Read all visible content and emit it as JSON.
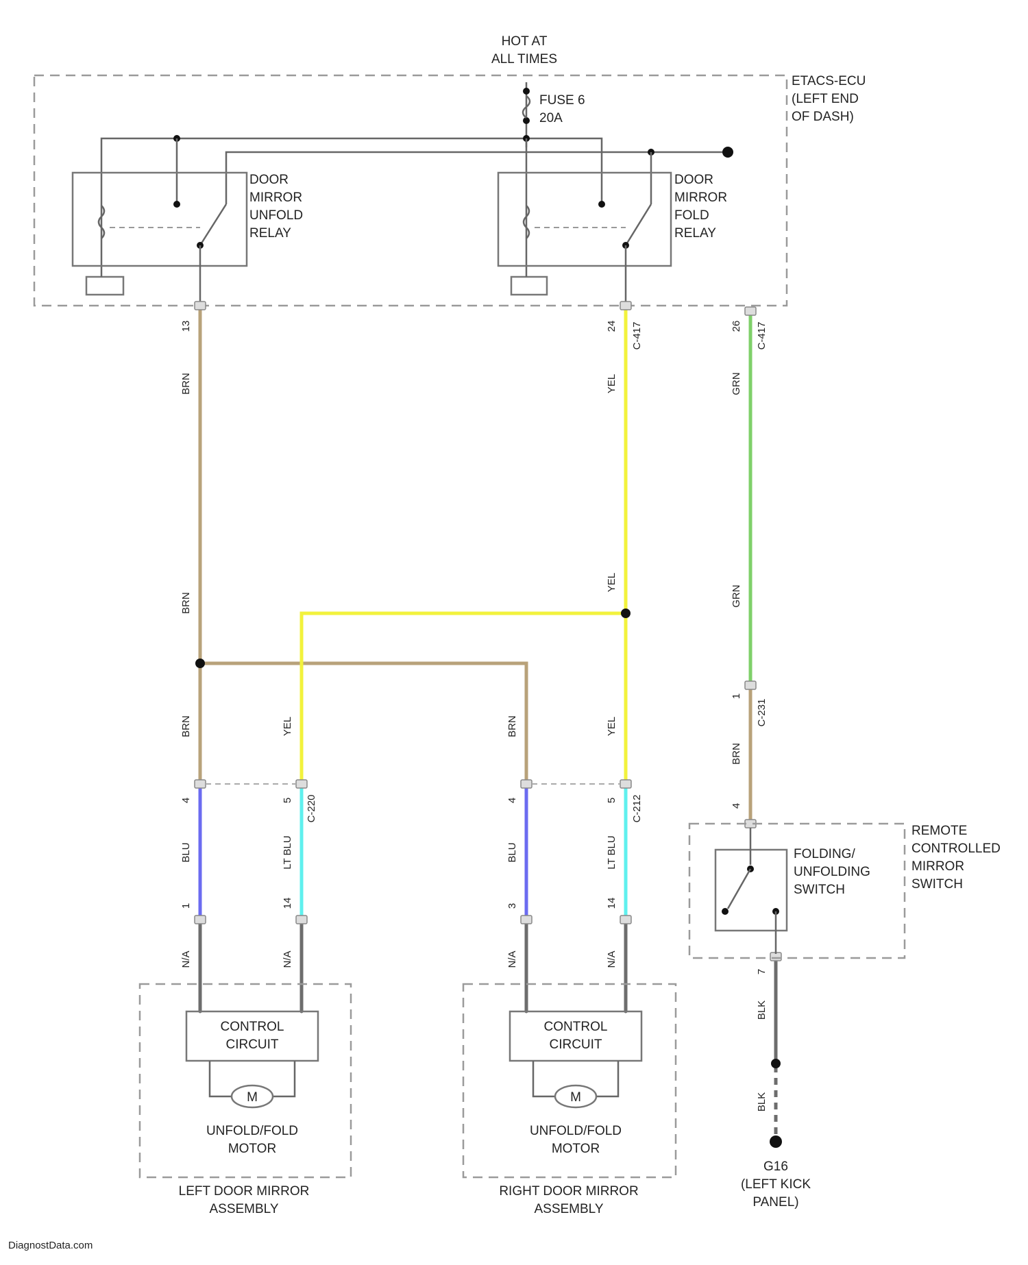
{
  "power": {
    "line1": "HOT AT",
    "line2": "ALL TIMES"
  },
  "fuse": {
    "line1": "FUSE 6",
    "line2": "20A"
  },
  "etacs": {
    "line1": "ETACS-ECU",
    "line2": "(LEFT END",
    "line3": "OF DASH)"
  },
  "unfold_relay": {
    "line1": "DOOR",
    "line2": "MIRROR",
    "line3": "UNFOLD",
    "line4": "RELAY"
  },
  "fold_relay": {
    "line1": "DOOR",
    "line2": "MIRROR",
    "line3": "FOLD",
    "line4": "RELAY"
  },
  "remote_switch": {
    "line1": "REMOTE",
    "line2": "CONTROLLED",
    "line3": "MIRROR",
    "line4": "SWITCH"
  },
  "folding_switch": {
    "line1": "FOLDING/",
    "line2": "UNFOLDING",
    "line3": "SWITCH"
  },
  "left_assembly": {
    "circuit1": "CONTROL",
    "circuit2": "CIRCUIT",
    "motor_symbol": "M",
    "motor1": "UNFOLD/FOLD",
    "motor2": "MOTOR",
    "title1": "LEFT DOOR MIRROR",
    "title2": "ASSEMBLY"
  },
  "right_assembly": {
    "circuit1": "CONTROL",
    "circuit2": "CIRCUIT",
    "motor_symbol": "M",
    "motor1": "UNFOLD/FOLD",
    "motor2": "MOTOR",
    "title1": "RIGHT DOOR MIRROR",
    "title2": "ASSEMBLY"
  },
  "ground": {
    "line1": "G16",
    "line2": "(LEFT KICK",
    "line3": "PANEL)"
  },
  "wire_labels": {
    "brn_top": "BRN",
    "brn_mid": "BRN",
    "brn_low_left": "BRN",
    "brn_low_right": "BRN",
    "brn_switch": "BRN",
    "yel_top": "YEL",
    "yel_mid": "YEL",
    "yel_low_left": "YEL",
    "yel_low_right": "YEL",
    "grn_top": "GRN",
    "grn_mid": "GRN",
    "blu_left": "BLU",
    "blu_right": "BLU",
    "ltblu_left": "LT BLU",
    "ltblu_right": "LT BLU",
    "na_1": "N/A",
    "na_2": "N/A",
    "na_3": "N/A",
    "na_4": "N/A",
    "blk_1": "BLK",
    "blk_2": "BLK"
  },
  "pins": {
    "p13": "13",
    "p24": "24",
    "p26": "26",
    "c417a": "C-417",
    "c417b": "C-417",
    "c231": "C-231",
    "p4a": "4",
    "p5a": "5",
    "p4b": "4",
    "p5b": "5",
    "c220": "C-220",
    "c212": "C-212",
    "p1a": "1",
    "p14a": "14",
    "p3b": "3",
    "p14b": "14",
    "p1sw": "1",
    "p4sw": "4",
    "p7sw": "7"
  },
  "watermark": "DiagnostData.com",
  "colors": {
    "brn": "#b8a27a",
    "yel": "#f2f23c",
    "grn": "#7fd06a",
    "blu": "#6b6bf0",
    "ltblu": "#5ff0ee",
    "gray": "#6d6d6d"
  }
}
